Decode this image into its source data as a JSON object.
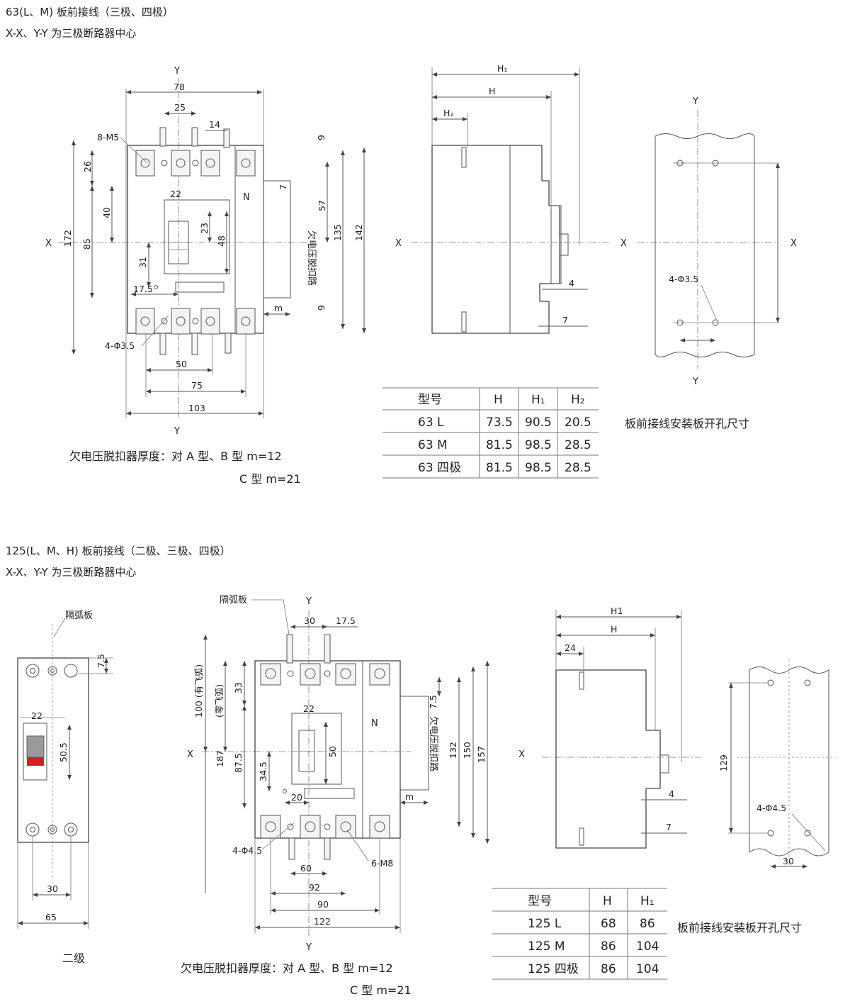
{
  "top": {
    "title": "63(L、M) 板前接线（三极、四极）",
    "subtitle": "X-X、Y-Y 为三极断路器中心",
    "front": {
      "axis_y": "Y",
      "axis_x": "X",
      "dims": [
        "78",
        "25",
        "14",
        "8-M5",
        "9",
        "26",
        "22",
        "N",
        "7",
        "40",
        "57",
        "172",
        "85",
        "23",
        "48",
        "135",
        "142",
        "31",
        "17.5",
        "m",
        "9",
        "4-Φ3.5",
        "50",
        "75",
        "103"
      ],
      "vertical_label": "欠电压脱扣路"
    },
    "side": {
      "h1": "H₁",
      "h": "H",
      "h2": "H₂",
      "x": "X",
      "d4": "4",
      "d7": "7"
    },
    "hole": {
      "y": "Y",
      "x": "X",
      "holes": "4-Φ3.5"
    },
    "thickness_note": "欠电压脱扣器厚度：对 A 型、B 型 m=12",
    "thickness_note2": "C 型 m=21",
    "table": {
      "headers": [
        "型号",
        "H",
        "H₁",
        "H₂"
      ],
      "rows": [
        [
          "63 L",
          "73.5",
          "90.5",
          "20.5"
        ],
        [
          "63 M",
          "81.5",
          "98.5",
          "28.5"
        ],
        [
          "63 四极",
          "81.5",
          "98.5",
          "28.5"
        ]
      ]
    },
    "hole_caption": "板前接线安装板开孔尺寸"
  },
  "bottom": {
    "title": "125(L、M、H) 板前接线（二极、三极、四极）",
    "subtitle": "X-X、Y-Y 为三极断路器中心",
    "two_pole": {
      "arc_label": "隔弧板",
      "dims": [
        "7.5",
        "22",
        "50.5",
        "30",
        "65"
      ],
      "caption": "二级"
    },
    "front": {
      "arc_label": "隔弧板",
      "dims": [
        "Y",
        "30",
        "17.5",
        "100 (有飞弧)",
        "(零飞弧)",
        "33",
        "22",
        "N",
        "7.5",
        "X",
        "187",
        "87.5",
        "50",
        "132",
        "150",
        "157",
        "34.5",
        "20",
        "m",
        "4-Φ4.5",
        "6-M8",
        "60",
        "92",
        "90",
        "122",
        "Y"
      ],
      "vertical_label": "欠电压脱扣路"
    },
    "side": {
      "h1": "H1",
      "h": "H",
      "d24": "24",
      "x": "X",
      "d4": "4",
      "d7": "7"
    },
    "hole": {
      "d129": "129",
      "holes": "4-Φ4.5",
      "d30": "30"
    },
    "thickness_note": "欠电压脱扣器厚度：对 A 型、B 型 m=12",
    "thickness_note2": "C 型 m=21",
    "table": {
      "headers": [
        "型号",
        "H",
        "H₁"
      ],
      "rows": [
        [
          "125 L",
          "68",
          "86"
        ],
        [
          "125 M",
          "86",
          "104"
        ],
        [
          "125 四极",
          "86",
          "104"
        ]
      ]
    },
    "hole_caption": "板前接线安装板开孔尺寸"
  }
}
